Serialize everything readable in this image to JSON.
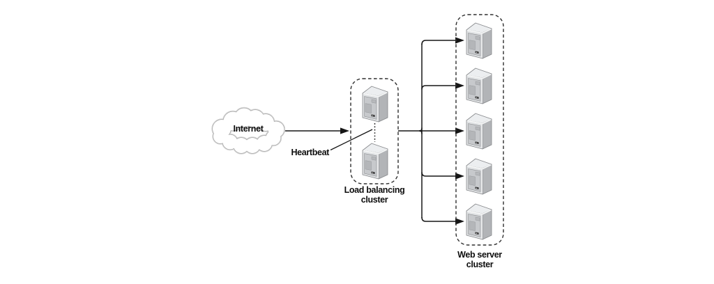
{
  "figure": {
    "background_color": "#ffffff",
    "line_color": "#161616",
    "cluster_border_color": "#2e2e2e",
    "nodes": {
      "internet": {
        "label": "Internet",
        "shape": "cloud",
        "outline_color": "#a6a6a6"
      },
      "load_balancing_cluster": {
        "label": "Load balancing\ncluster",
        "server_count": 2,
        "boundary_style": "dashed rounded rectangle"
      },
      "web_server_cluster": {
        "label": "Web server\ncluster",
        "server_count": 5,
        "boundary_style": "dashed rounded rectangle"
      }
    },
    "annotations": {
      "heartbeat": {
        "label": "Heartbeat"
      }
    },
    "connections": [
      {
        "from": "internet",
        "to": "load_balancing_cluster",
        "style": "solid",
        "arrow": true
      },
      {
        "from": "load_balancing_cluster",
        "to": "web_server_cluster",
        "style": "solid",
        "arrow": true,
        "branches": 5
      },
      {
        "from": "load_balancing_server_1",
        "to": "load_balancing_server_2",
        "style": "dotted",
        "arrow": false,
        "annotation": "Heartbeat"
      }
    ],
    "server_icon_colors": {
      "front": "#e0e2e4",
      "side": "#b2b4b7",
      "top": "#eceef0",
      "door": "#c7c9cc",
      "edge": "#85878a"
    }
  }
}
